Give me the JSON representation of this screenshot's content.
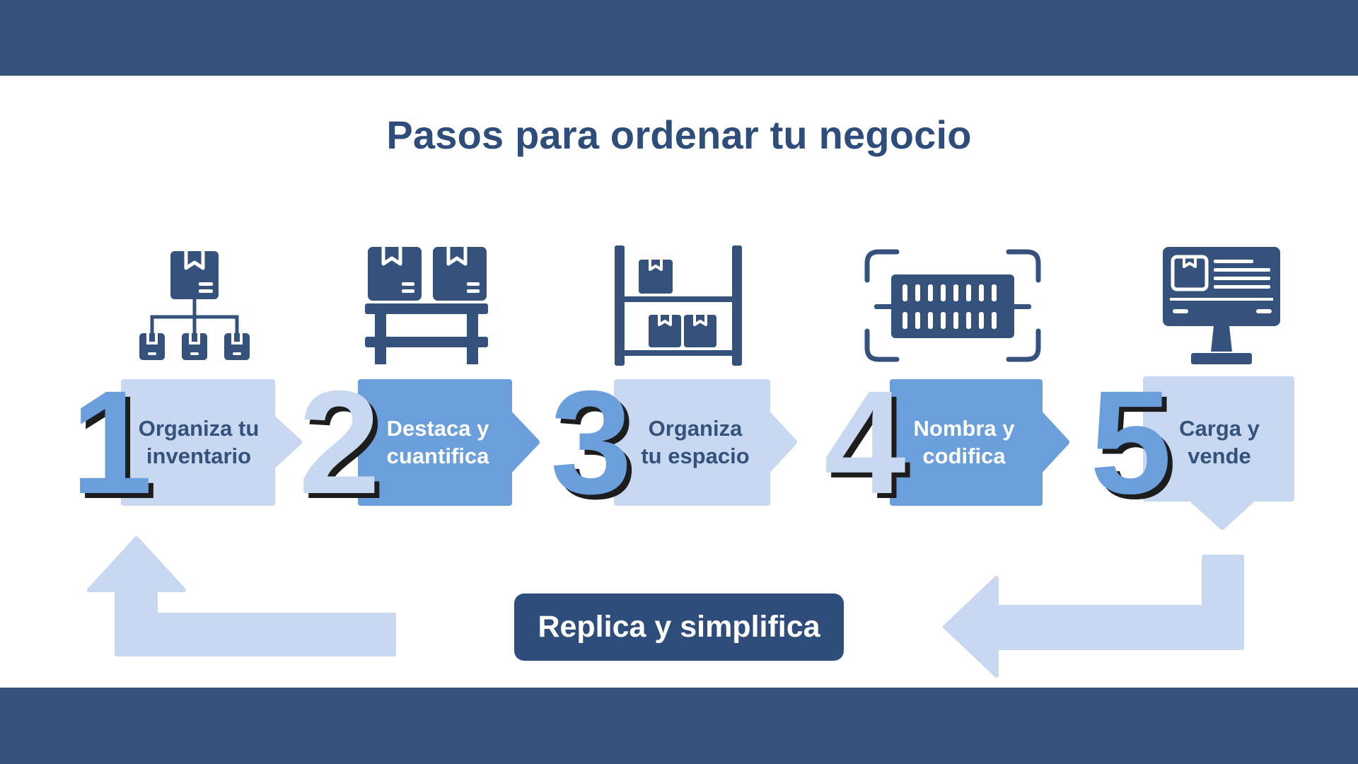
{
  "title": "Pasos para ordenar tu negocio",
  "steps": [
    {
      "number": "1",
      "label_line1": "Organiza tu",
      "label_line2": "inventario",
      "icon": "hierarchy-boxes-icon"
    },
    {
      "number": "2",
      "label_line1": "Destaca y",
      "label_line2": "cuantifica",
      "icon": "boxes-on-pallet-icon"
    },
    {
      "number": "3",
      "label_line1": "Organiza",
      "label_line2": "tu espacio",
      "icon": "storage-shelf-icon"
    },
    {
      "number": "4",
      "label_line1": "Nombra y",
      "label_line2": "codifica",
      "icon": "barcode-scan-icon"
    },
    {
      "number": "5",
      "label_line1": "Carga y",
      "label_line2": "vende",
      "icon": "computer-inventory-icon"
    }
  ],
  "cta": {
    "label": "Replica y simplifica"
  },
  "colors": {
    "navy": "#34527c",
    "title": "#2f4d7a",
    "pale_blue": "#c8d8f0",
    "mid_blue": "#6a9fdc"
  }
}
